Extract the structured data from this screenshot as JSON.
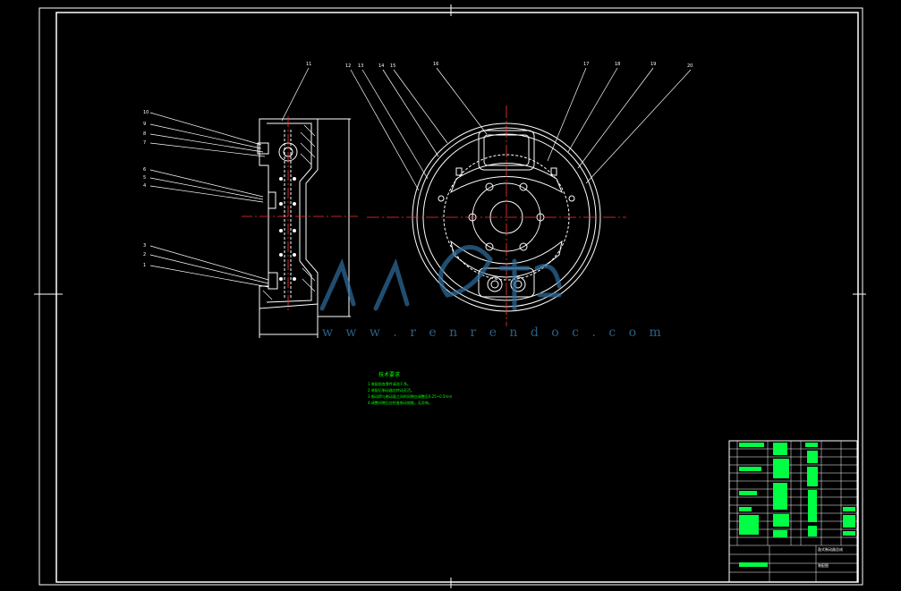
{
  "colors": {
    "background": "#000000",
    "line": "#ffffff",
    "centerline": "#ff3333",
    "note": "#00ff00",
    "title_block_fill": "#00ff44",
    "watermark": "#2f6fa0"
  },
  "watermark": {
    "text": "w w w . r e n r e n d o c . c o m"
  },
  "section_view": {
    "callouts": [
      "11",
      "10",
      "9",
      "8",
      "7",
      "6",
      "5",
      "4",
      "3",
      "2",
      "1"
    ]
  },
  "front_view": {
    "callouts": [
      "12",
      "13",
      "14",
      "15",
      "16",
      "17",
      "18",
      "19",
      "20"
    ]
  },
  "technical_notes": {
    "title": "技术要求",
    "lines": [
      "1.装配前各零件清洗干净。",
      "2.装配后制动器应转动灵活。",
      "3.制动蹄与制动鼓之间的间隙应调整至0.25~0.5mm",
      "4.调整间隙后应检查制动效能，无异响。"
    ]
  },
  "title_block": {
    "name": "鼓式制动器总成",
    "drawing_no": "装配图"
  }
}
